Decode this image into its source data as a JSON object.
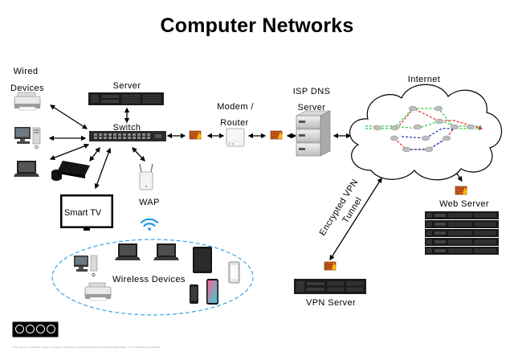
{
  "title": "Computer Networks",
  "labels": {
    "wired": "Wired",
    "devices": "Devices",
    "server": "Server",
    "switch": "Switch",
    "wap": "WAP",
    "smart_tv": "Smart TV",
    "wireless_devices": "Wireless Devices",
    "modem": "Modem /",
    "router": "Router",
    "isp_dns": "ISP DNS",
    "isp_server": "Server",
    "internet": "Internet",
    "vpn_line1": "Encrypted VPN",
    "vpn_line2": "Tunnel",
    "web_server": "Web Server",
    "vpn_server": "VPN Server"
  },
  "license": {
    "badge": [
      "cc",
      "by",
      "nc",
      "sa"
    ],
    "badge_text": "BY NC SA",
    "text": "This work is licensed under a Creative Commons Attribution-NonCommercial-ShareAlike 4.0 International License"
  },
  "colors": {
    "link": "#000000",
    "wifi": "#1e9be0",
    "wireless_zone": "#3aa3dc",
    "firewall": "#c95b1a",
    "path_green": "#2ecc40",
    "path_red": "#e0262c",
    "path_blue": "#2230b0"
  },
  "icons": [
    "printer-icon",
    "desktop-computer-icon",
    "laptop-icon",
    "rack-server-icon",
    "network-switch-icon",
    "game-console-icon",
    "wireless-access-point-icon",
    "wifi-icon",
    "tv-icon",
    "tablet-icon",
    "smartphone-icon",
    "modem-router-icon",
    "dns-server-icon",
    "firewall-icon",
    "cloud-icon"
  ]
}
